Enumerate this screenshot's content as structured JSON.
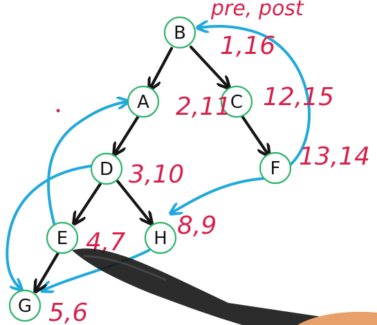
{
  "nodes": [
    {
      "id": "B",
      "label": "B"
    },
    {
      "id": "A",
      "label": "A"
    },
    {
      "id": "C",
      "label": "C"
    },
    {
      "id": "D",
      "label": "D"
    },
    {
      "id": "F",
      "label": "F"
    },
    {
      "id": "E",
      "label": "E"
    },
    {
      "id": "H",
      "label": "H"
    },
    {
      "id": "G",
      "label": "G"
    }
  ],
  "annotations": {
    "header": "pre, post",
    "B": "1,16",
    "A": "2,11",
    "C": "12,15",
    "F": "13,14",
    "D": "3,10",
    "E": "4,7",
    "H": "8,9",
    "G": "5,6"
  },
  "tree_edges": [
    {
      "from": "B",
      "to": "A"
    },
    {
      "from": "B",
      "to": "C"
    },
    {
      "from": "A",
      "to": "D"
    },
    {
      "from": "C",
      "to": "F"
    },
    {
      "from": "D",
      "to": "E"
    },
    {
      "from": "D",
      "to": "H"
    },
    {
      "from": "E",
      "to": "G"
    }
  ],
  "back_edges": [
    {
      "from": "F",
      "to": "B"
    },
    {
      "from": "F",
      "to": "H"
    },
    {
      "from": "E",
      "to": "A"
    },
    {
      "from": "D",
      "to": "G"
    },
    {
      "from": "H",
      "to": "G"
    }
  ],
  "colors": {
    "node_stroke": "#2db36a",
    "tree_edge": "#151515",
    "back_edge": "#21a9dc",
    "annotation": "#d8204a"
  }
}
